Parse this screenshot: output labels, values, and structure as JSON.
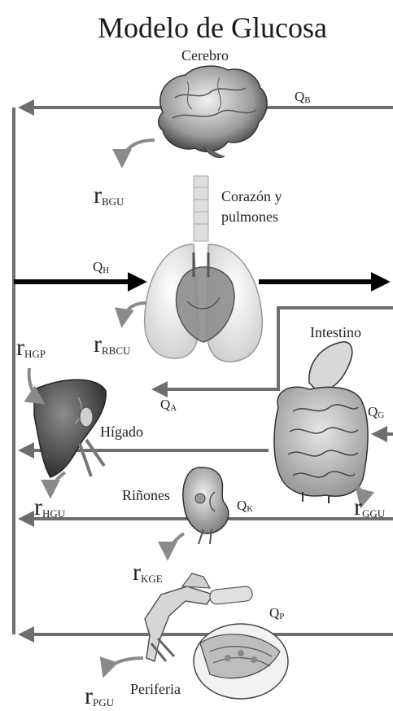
{
  "title": "Modelo de Glucosa",
  "organs": {
    "brain": "Cerebro",
    "heart_lungs_1": "Corazón y",
    "heart_lungs_2": "pulmones",
    "gut": "Intestino",
    "liver": "Hígado",
    "kidney": "Riñones",
    "periphery": "Periferia"
  },
  "flows": {
    "brain": {
      "main": "Q",
      "sub": "B"
    },
    "heart": {
      "main": "Q",
      "sub": "H"
    },
    "artery": {
      "main": "Q",
      "sub": "A"
    },
    "gut": {
      "main": "Q",
      "sub": "G"
    },
    "kidney": {
      "main": "Q",
      "sub": "K"
    },
    "periphery": {
      "main": "Q",
      "sub": "P"
    }
  },
  "rates": {
    "bgu": {
      "main": "r",
      "sub": "BGU"
    },
    "rbcu": {
      "main": "r",
      "sub": "RBCU"
    },
    "hgp": {
      "main": "r",
      "sub": "HGP"
    },
    "hgu": {
      "main": "r",
      "sub": "HGU"
    },
    "ggu": {
      "main": "r",
      "sub": "GGU"
    },
    "kge": {
      "main": "r",
      "sub": "KGE"
    },
    "pgu": {
      "main": "r",
      "sub": "PGU"
    }
  },
  "colors": {
    "flow_arrow": "#6e6e6e",
    "main_arrow": "#000000",
    "organ_fill": "#b8b8b8"
  }
}
